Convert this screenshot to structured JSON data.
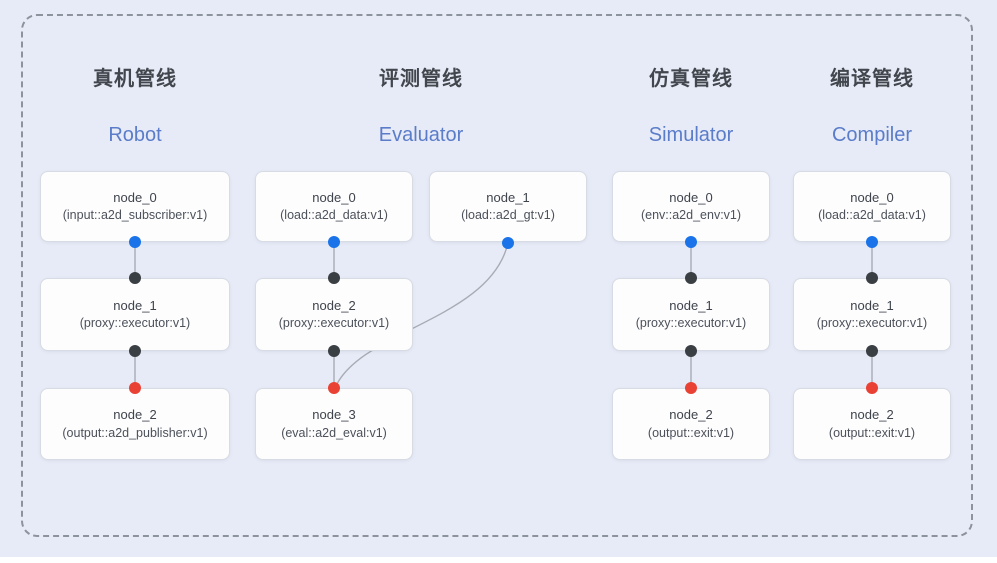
{
  "colors": {
    "background": "#e7ebf7",
    "frame_dash": "#8d939c",
    "node_bg": "#fdfdfe",
    "node_border": "#d7dbe3",
    "edge": "#a7abb3",
    "port_output_blue": "#1a73e8",
    "port_input_dark": "#3a3f44",
    "port_input_red": "#e94235",
    "title_cn": "#42474e",
    "title_en": "#5a7cc9"
  },
  "ports": {
    "blue_dot": "output-port",
    "dark_dot": "input-port",
    "red_dot": "eval-input-port"
  },
  "pipelines": [
    {
      "title_cn": "真机管线",
      "title_en": "Robot",
      "nodes": [
        {
          "name": "node_0",
          "impl": "(input::a2d_subscriber:v1)"
        },
        {
          "name": "node_1",
          "impl": "(proxy::executor:v1)"
        },
        {
          "name": "node_2",
          "impl": "(output::a2d_publisher:v1)"
        }
      ]
    },
    {
      "title_cn": "评测管线",
      "title_en": "Evaluator",
      "nodes": [
        {
          "name": "node_0",
          "impl": "(load::a2d_data:v1)"
        },
        {
          "name": "node_1",
          "impl": "(load::a2d_gt:v1)"
        },
        {
          "name": "node_2",
          "impl": "(proxy::executor:v1)"
        },
        {
          "name": "node_3",
          "impl": "(eval::a2d_eval:v1)"
        }
      ],
      "edges_note": "node_0→node_2, node_1→node_3 (curved, passes behind node_2), node_2→node_3"
    },
    {
      "title_cn": "仿真管线",
      "title_en": "Simulator",
      "nodes": [
        {
          "name": "node_0",
          "impl": "(env::a2d_env:v1)"
        },
        {
          "name": "node_1",
          "impl": "(proxy::executor:v1)"
        },
        {
          "name": "node_2",
          "impl": "(output::exit:v1)"
        }
      ]
    },
    {
      "title_cn": "编译管线",
      "title_en": "Compiler",
      "nodes": [
        {
          "name": "node_0",
          "impl": "(load::a2d_data:v1)"
        },
        {
          "name": "node_1",
          "impl": "(proxy::executor:v1)"
        },
        {
          "name": "node_2",
          "impl": "(output::exit:v1)"
        }
      ]
    }
  ]
}
